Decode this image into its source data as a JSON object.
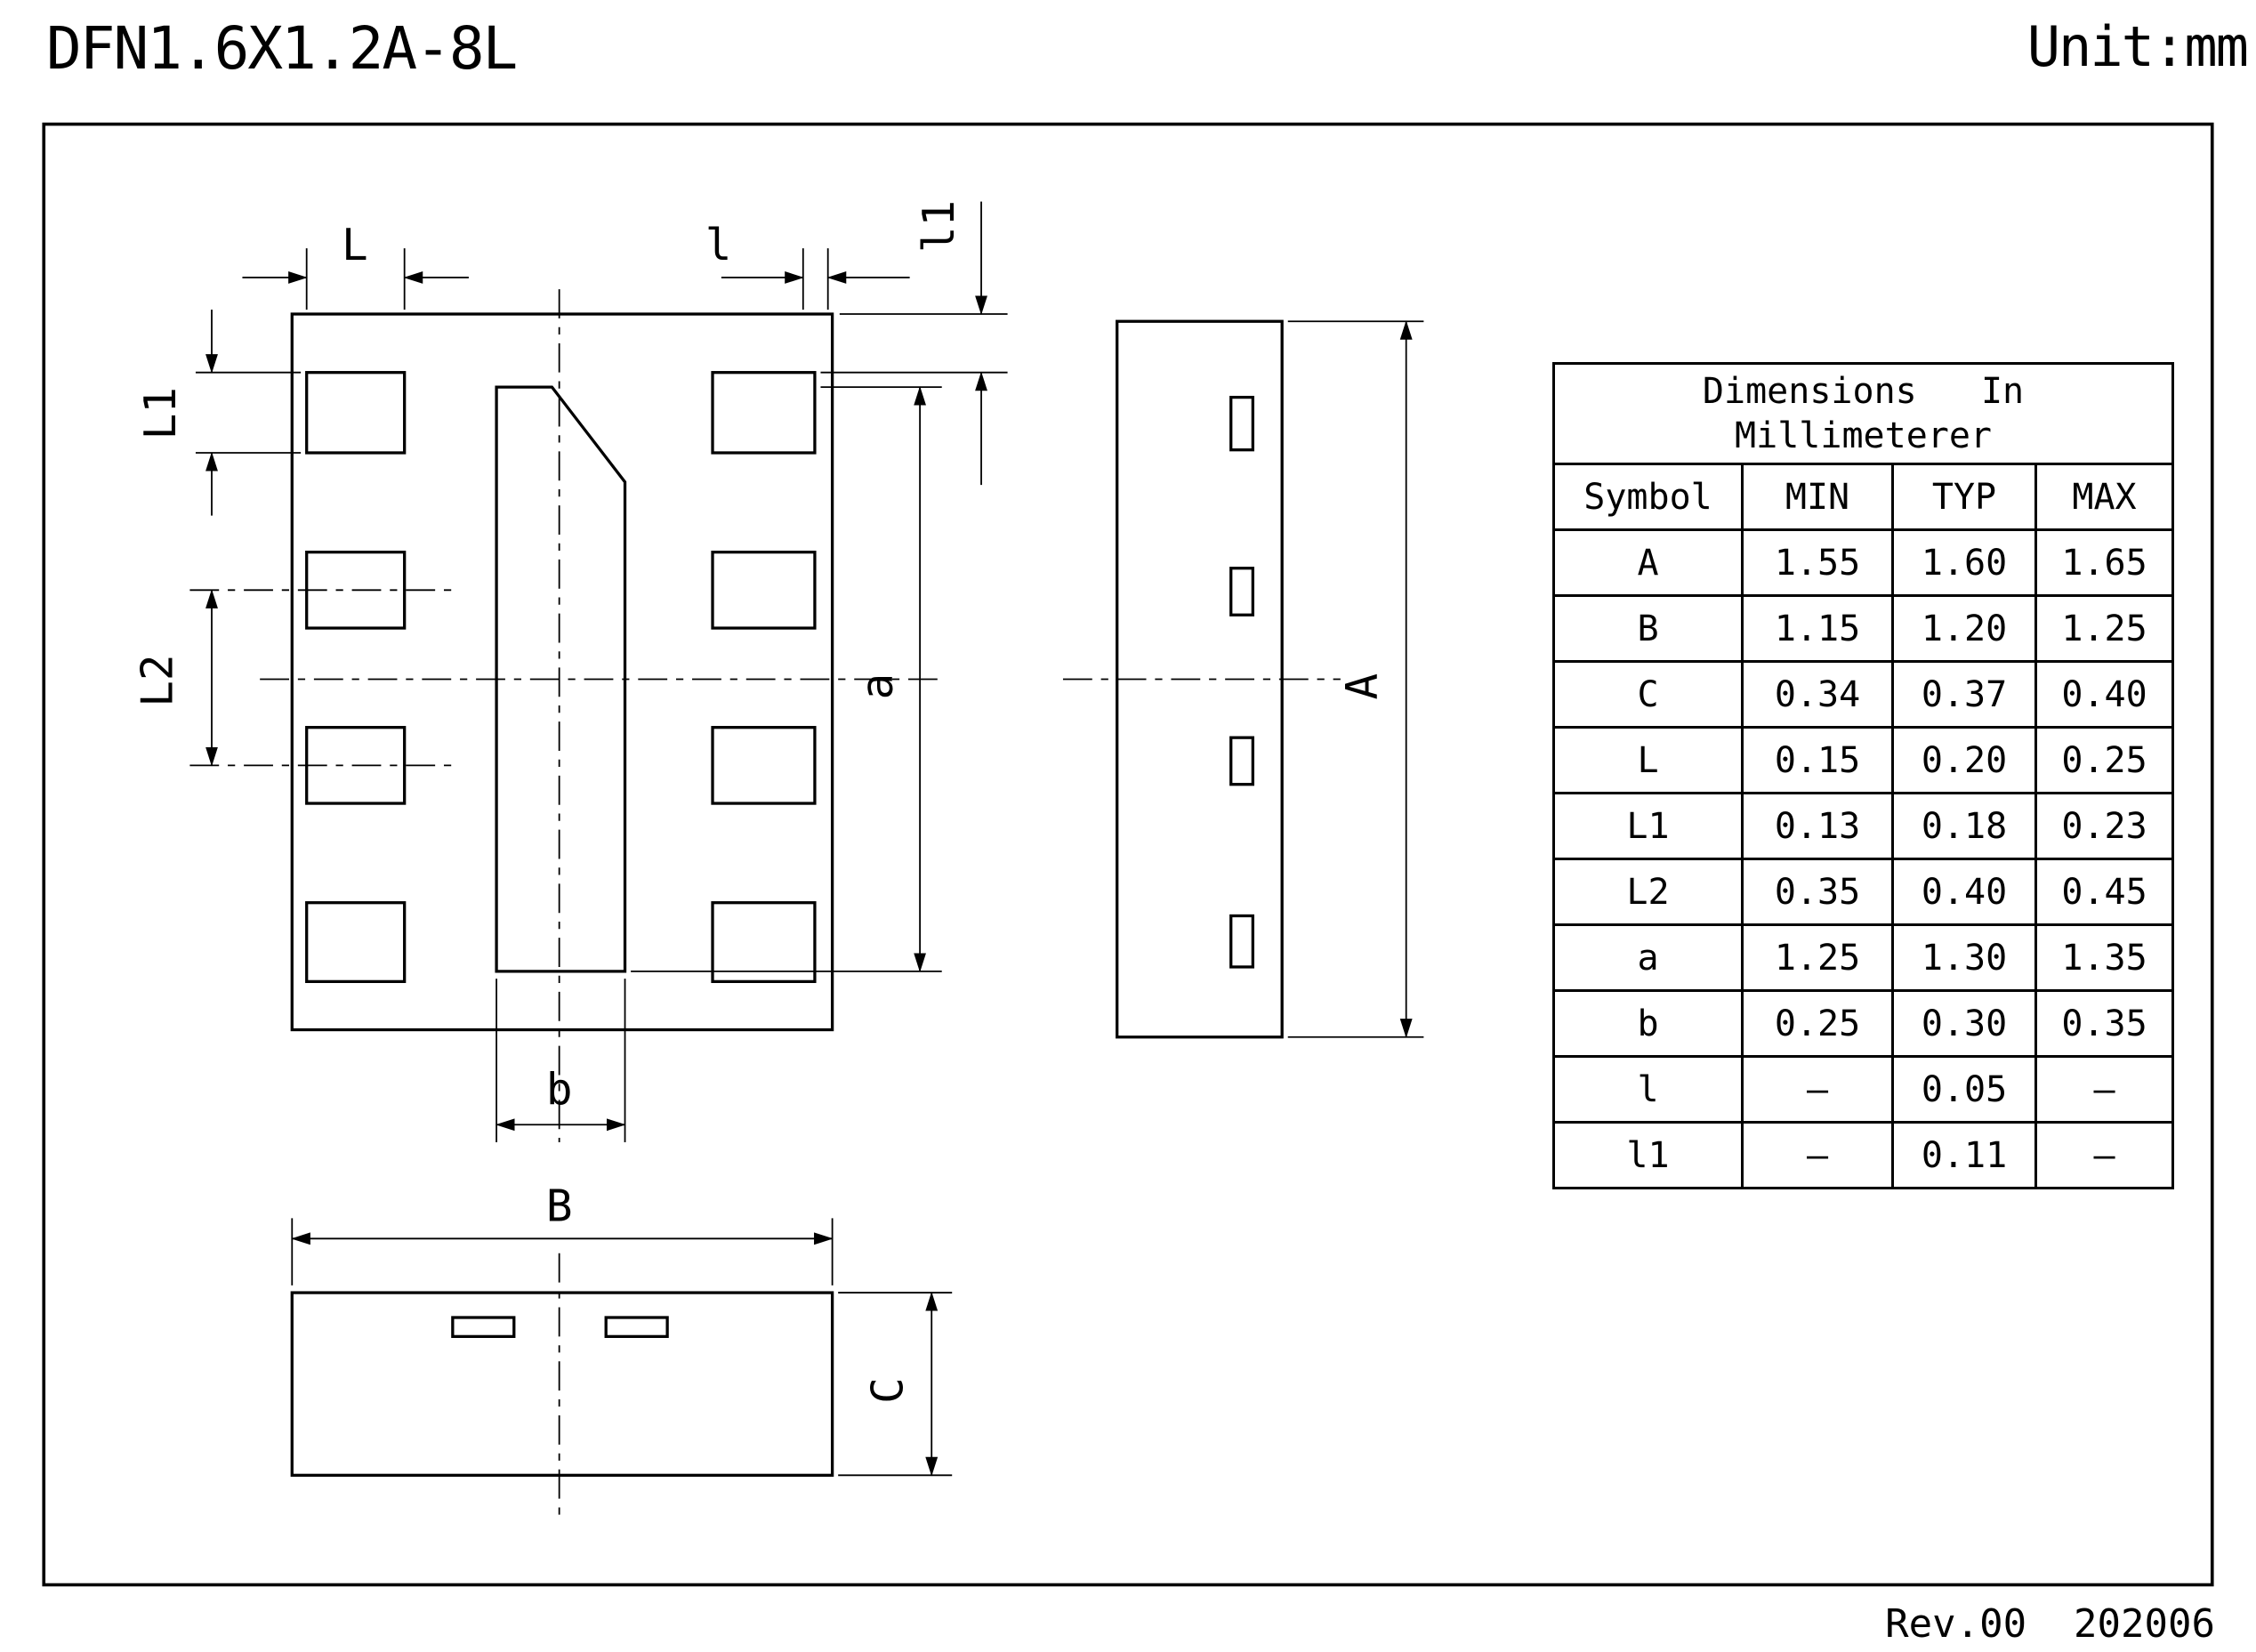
{
  "title": "DFN1.6X1.2A-8L",
  "unit_label": "Unit:mm",
  "revision": "Rev.00  202006",
  "drawing": {
    "labels": {
      "L": "L",
      "l": "l",
      "l1": "l1",
      "L1": "L1",
      "L2": "L2",
      "a": "a",
      "b": "b",
      "A": "A",
      "B": "B",
      "C": "C"
    }
  },
  "table": {
    "title_line1": "Dimensions   In",
    "title_line2": "Millimeterer",
    "columns": [
      "Symbol",
      "MIN",
      "TYP",
      "MAX"
    ],
    "rows": [
      {
        "symbol": "A",
        "min": "1.55",
        "typ": "1.60",
        "max": "1.65"
      },
      {
        "symbol": "B",
        "min": "1.15",
        "typ": "1.20",
        "max": "1.25"
      },
      {
        "symbol": "C",
        "min": "0.34",
        "typ": "0.37",
        "max": "0.40"
      },
      {
        "symbol": "L",
        "min": "0.15",
        "typ": "0.20",
        "max": "0.25"
      },
      {
        "symbol": "L1",
        "min": "0.13",
        "typ": "0.18",
        "max": "0.23"
      },
      {
        "symbol": "L2",
        "min": "0.35",
        "typ": "0.40",
        "max": "0.45"
      },
      {
        "symbol": "a",
        "min": "1.25",
        "typ": "1.30",
        "max": "1.35"
      },
      {
        "symbol": "b",
        "min": "0.25",
        "typ": "0.30",
        "max": "0.35"
      },
      {
        "symbol": "l",
        "min": "–",
        "typ": "0.05",
        "max": "–"
      },
      {
        "symbol": "l1",
        "min": "–",
        "typ": "0.11",
        "max": "–"
      }
    ]
  }
}
